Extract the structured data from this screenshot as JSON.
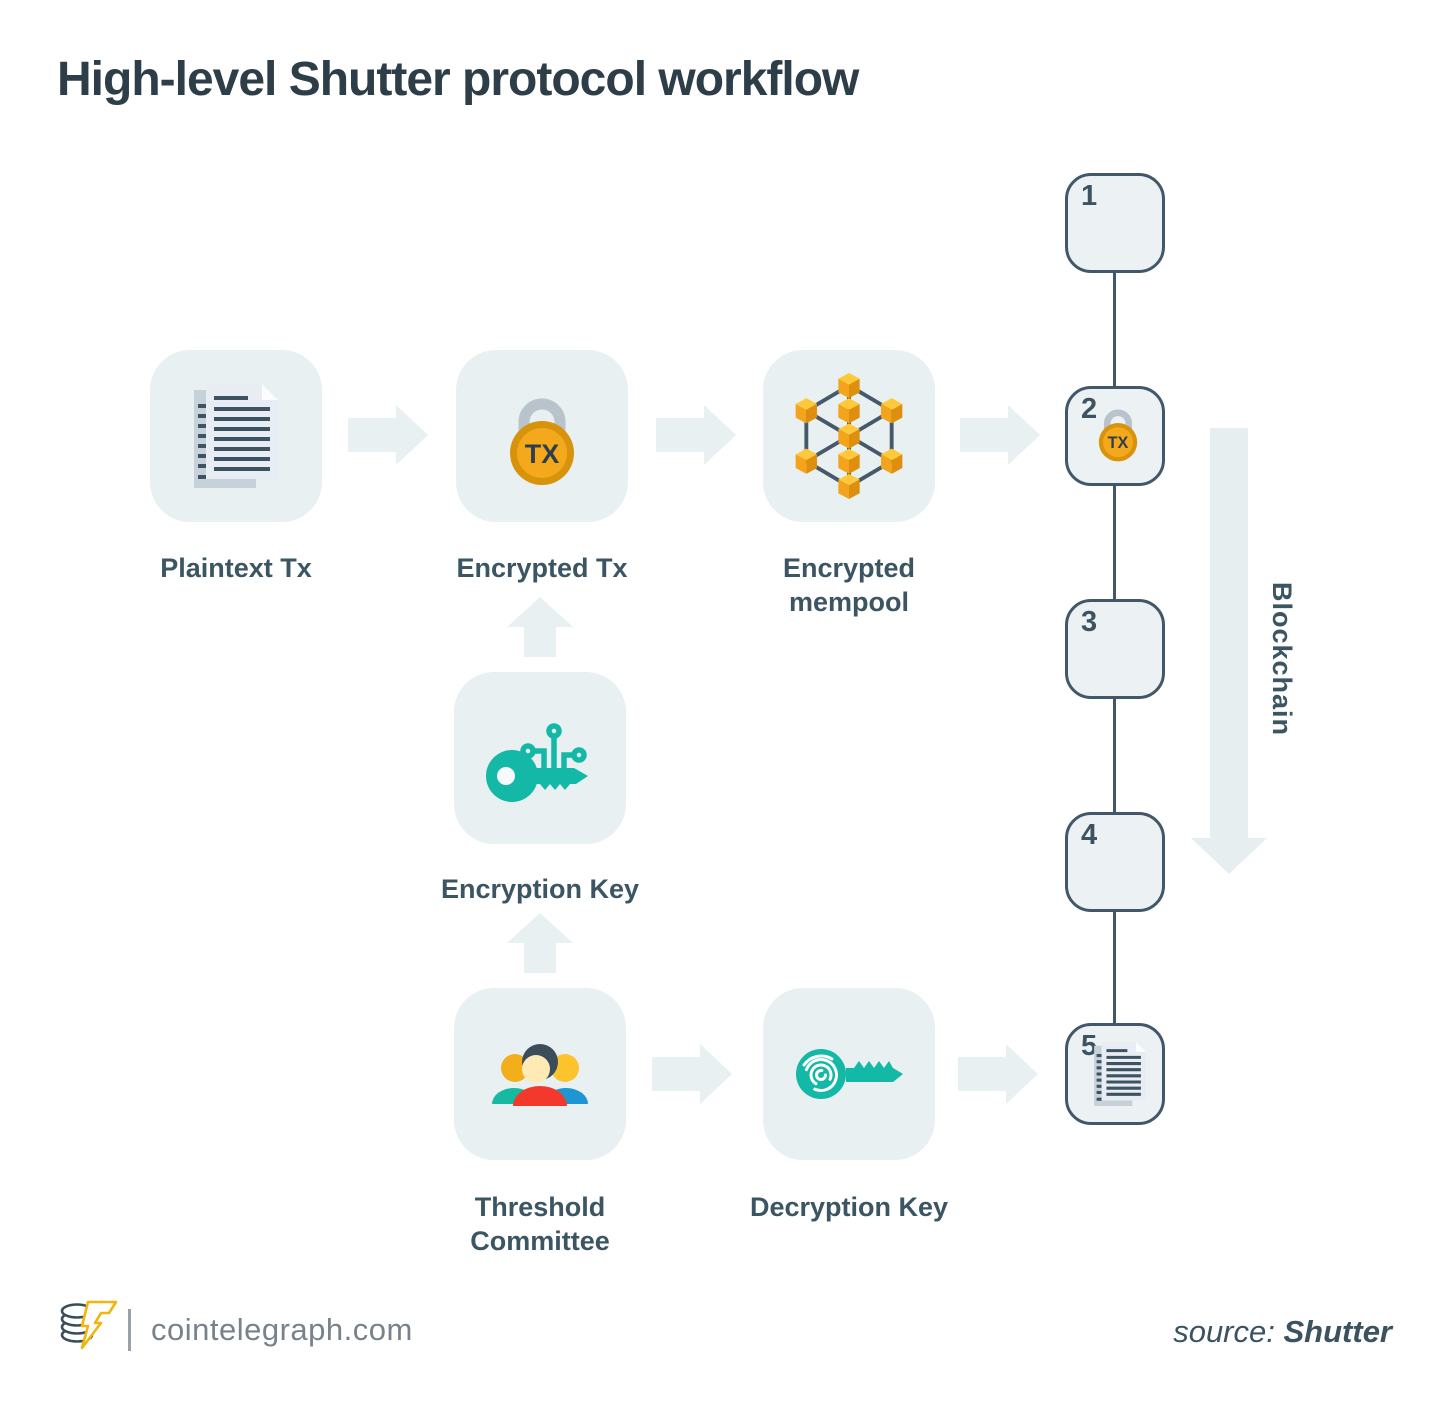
{
  "title": "High-level Shutter protocol workflow",
  "nodes": {
    "plaintext": {
      "label": "Plaintext Tx",
      "icon": "documents-icon"
    },
    "encrypted_tx": {
      "label": "Encrypted Tx",
      "icon": "lock-tx-icon"
    },
    "mempool": {
      "label": "Encrypted mempool",
      "icon": "cube-network-icon"
    },
    "encryption_key": {
      "label": "Encryption Key",
      "icon": "circuit-key-icon"
    },
    "threshold_committee": {
      "label": "Threshold Committee",
      "icon": "people-group-icon"
    },
    "decryption_key": {
      "label": "Decryption Key",
      "icon": "fingerprint-key-icon"
    }
  },
  "lock": {
    "text": "TX"
  },
  "blockchain": {
    "label": "Blockchain",
    "blocks": [
      {
        "number": "1"
      },
      {
        "number": "2",
        "icon": "lock-tx-icon"
      },
      {
        "number": "3"
      },
      {
        "number": "4"
      },
      {
        "number": "5",
        "icon": "documents-icon"
      }
    ]
  },
  "footer": {
    "site": "cointelegraph.com",
    "source_prefix": "source:",
    "source_name": "Shutter"
  },
  "colors": {
    "background": "#ffffff",
    "tile_bg": "#e8f0f1",
    "block_bg": "#ecf2f4",
    "arrow": "#e8f0f1",
    "slate_text": "#3b5563",
    "title_text": "#2d3e49",
    "outline": "#42586a",
    "teal": "#14b8a6",
    "lock_orange": "#f4a81b",
    "lock_orange_dark": "#d8930c",
    "lock_shackle": "#b9c3cc",
    "cube_yellow": "#f3a31c",
    "brand_yellow": "#f2b50d",
    "committee_red": "#f2392b",
    "committee_blue": "#1f96d4",
    "footer_gray": "#77828b"
  }
}
